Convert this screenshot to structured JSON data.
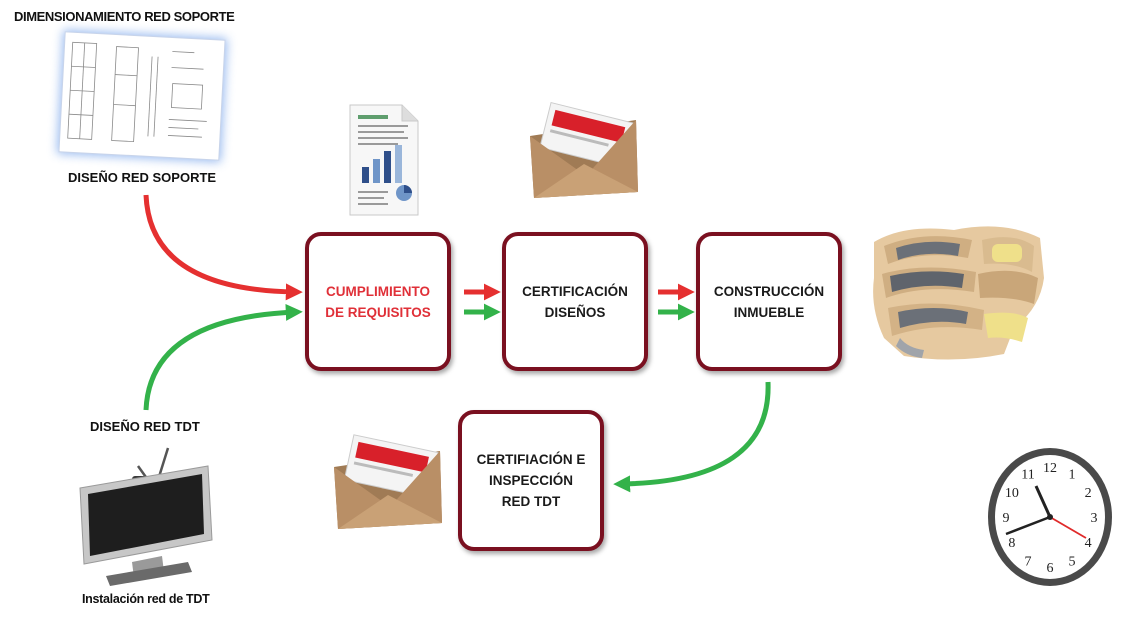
{
  "captions": {
    "top_title": "DIMENSIONAMIENTO RED SOPORTE",
    "diseno_red_soporte": "DISEÑO RED SOPORTE",
    "diseno_red_tdt": "DISEÑO RED TDT",
    "instalacion": "Instalación red de TDT"
  },
  "steps": {
    "cumplimiento": [
      "CUMPLIMIENTO",
      "DE REQUISITOS"
    ],
    "certificacion": [
      "CERTIFICACIÓN",
      "DISEÑOS"
    ],
    "construccion": [
      "CONSTRUCCIÓN",
      "INMUEBLE"
    ],
    "certifiacion_tdt": [
      "CERTIFIACIÓN E",
      "INSPECCIÓN",
      "RED TDT"
    ]
  },
  "clock_numerals": [
    "12",
    "1",
    "2",
    "3",
    "4",
    "5",
    "6",
    "7",
    "8",
    "9",
    "10",
    "11"
  ],
  "colors": {
    "box_border": "#7a1020",
    "red_arrow": "#e53030",
    "green_arrow": "#33b24a",
    "highlight_text": "#e03038"
  },
  "icons": [
    "blueprint-icon",
    "report-document-icon",
    "envelope-icon",
    "building-icon",
    "television-icon",
    "clock-icon"
  ]
}
